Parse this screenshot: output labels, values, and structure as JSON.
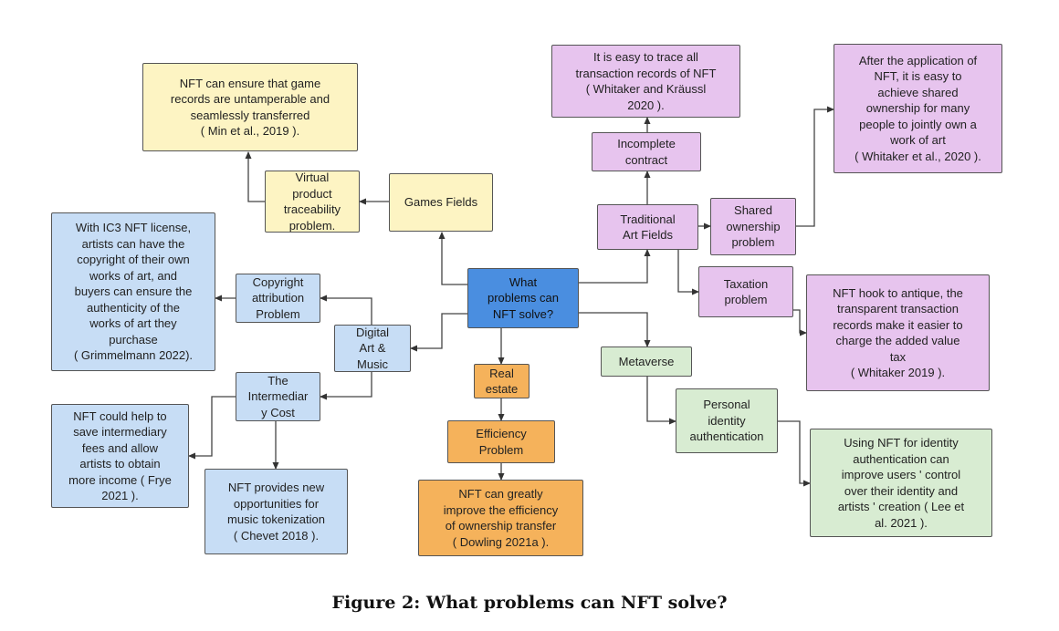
{
  "caption": "Figure 2: What problems can NFT solve?",
  "colors": {
    "yellow": "#fdf4c3",
    "blue": "#c7ddf5",
    "purple": "#e7c4ee",
    "green": "#d8ecd2",
    "orange": "#f5b25b",
    "root": "#4a8ee0",
    "stroke": "#555555"
  },
  "nodes": {
    "root": "What\nproblems can\nNFT solve?",
    "games_fields": "Games Fields",
    "virtual_product": "Virtual\nproduct\ntraceability\nproblem.",
    "game_records": "NFT can ensure that game\nrecords are untamperable and\nseamlessly transferred\n( Min et al., 2019 ).",
    "digital_art": "Digital\nArt &\nMusic",
    "copyright": "Copyright\nattribution\nProblem",
    "ic3_license": "With IC3 NFT license,\nartists can have the\ncopyright of their own\nworks of art, and\nbuyers can ensure the\nauthenticity of the\nworks of art they\npurchase\n( Grimmelmann 2022).",
    "intermediary": "The\nIntermediar\ny Cost",
    "save_fees": "NFT could help to\nsave intermediary\nfees and allow\nartists to obtain\nmore income ( Frye\n2021 ).",
    "music_token": "NFT provides new\nopportunities for\nmusic tokenization\n( Chevet 2018 ).",
    "real_estate": "Real\nestate",
    "efficiency_problem": "Efficiency\nProblem",
    "efficiency_text": "NFT can greatly\nimprove the efficiency\nof ownership transfer\n( Dowling 2021a ).",
    "traditional_art": "Traditional\nArt Fields",
    "incomplete_contract": "Incomplete\ncontract",
    "trace_records": "It is easy to trace all\ntransaction records of NFT\n( Whitaker and Kräussl\n2020 ).",
    "shared_ownership": "Shared\nownership\nproblem",
    "shared_text": "After the application of\nNFT, it is easy to\nachieve shared\nownership for many\npeople to jointly own a\nwork of art\n( Whitaker et al., 2020 ).",
    "taxation": "Taxation\nproblem",
    "taxation_text": "NFT hook to antique, the\ntransparent transaction\nrecords make it easier to\ncharge the added value\ntax\n( Whitaker 2019 ).",
    "metaverse": "Metaverse",
    "personal_identity": "Personal\nidentity\nauthentication",
    "identity_text": "Using NFT for identity\nauthentication can\nimprove users ' control\nover their identity and\nartists ' creation ( Lee et\nal. 2021 )."
  }
}
